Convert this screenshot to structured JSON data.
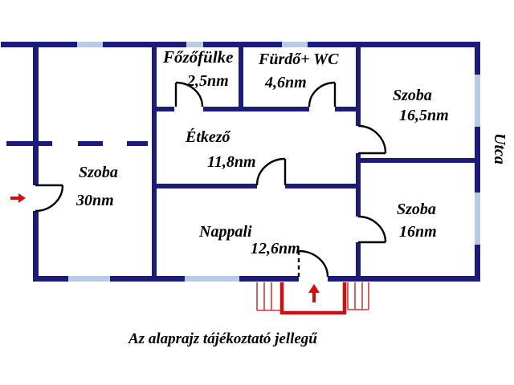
{
  "colors": {
    "background": "#ffffff",
    "wall": "#1b1b7a",
    "window": "#b7cbe7",
    "door_line": "#000000",
    "red": "#cc1111",
    "red_thin": "#cc3b3b",
    "text": "#000000"
  },
  "rooms": [
    {
      "name": "Főzőfülke",
      "area": "2,5nm"
    },
    {
      "name": "Fürdő+ WC",
      "area": "4,6nm"
    },
    {
      "name": "Szoba",
      "area": "16,5nm"
    },
    {
      "name": "Étkező",
      "area": "11,8nm"
    },
    {
      "name": "Szoba",
      "area": "30nm"
    },
    {
      "name": "Nappali",
      "area": "12,6nm"
    },
    {
      "name": "Szoba",
      "area": "16nm"
    }
  ],
  "street_label": "Utca",
  "disclaimer": "Az alaprajz tájékoztató jellegű"
}
